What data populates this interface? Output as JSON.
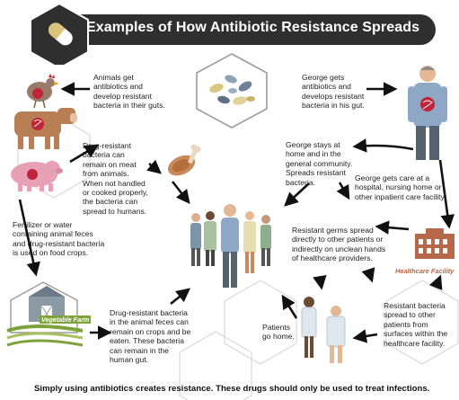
{
  "header": {
    "title": "Examples of How Antibiotic Resistance Spreads"
  },
  "captions": {
    "animals_antibiotics": "Animals get\nantibiotics and\ndevelop resistant\nbacteria in their guts.",
    "george_antibiotics": "George gets\nantibiotics and\ndevelops resistant\nbacteria in his gut.",
    "meat": "Drug-resistant\nbacteria can\nremain on meat\nfrom animals.\nWhen not handled\nor cooked properly,\nthe bacteria can\nspread to humans.",
    "george_home": "George stays at\nhome and in the\ngeneral community.\nSpreads resistant\nbacteria.",
    "george_care": "George gets care at a\nhospital, nursing home or\nother inpatient care facility.",
    "fertilizer": "Fertilizer or water\ncontaining animal feces\nand drug-resistant bacteria\nis used on food crops.",
    "germs_spread": "Resistant germs spread\ndirectly to other patients or\nindirectly on unclean hands\nof healthcare providers.",
    "crops": "Drug-resistant bacteria\nin the animal feces can\nremain on crops and be\neaten. These bacteria\ncan remain in the\nhuman gut.",
    "patients_home": "Patients\ngo home.",
    "surfaces": "Resistant bacteria\nspread to other\npatients from\nsurfaces within the\nhealthcare facility."
  },
  "labels": {
    "healthcare_facility": "Healthcare Facility",
    "vegetable_farm": "Vegetable Farm"
  },
  "footer": {
    "text": "Simply using antibiotics creates resistance.  These drugs should only be used to treat infections."
  },
  "icons": {
    "logo": "pill-capsule-icon",
    "pills": "pills-icon",
    "chicken": "chicken-icon",
    "cow": "cow-icon",
    "pig": "pig-icon",
    "meat": "meat-icon",
    "george": "george-person-icon",
    "crowd": "people-group-icon",
    "hospital": "hospital-building-icon",
    "farm": "barn-farm-icon",
    "patients": "patients-icon"
  },
  "colors": {
    "title_bg": "#2f2f2f",
    "hex_outline": "#d9d9d9",
    "gut_red": "#c0243a",
    "facility_brown": "#b5684a",
    "farm_green": "#7da23a",
    "arrow": "#111111"
  }
}
